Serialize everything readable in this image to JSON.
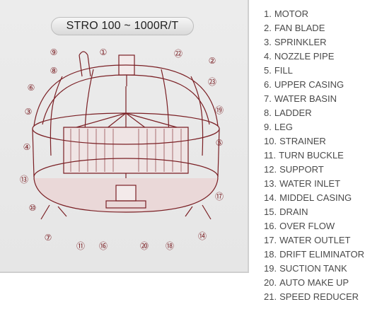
{
  "title": "STRO 100 ~ 1000R/T",
  "callout_labels": [
    "⑨",
    "①",
    "㉒",
    "⑧",
    "②",
    "㉓",
    "⑥",
    "③",
    "⑲",
    "④",
    "⑤",
    "⑬",
    "⑰",
    "⑩",
    "⑦",
    "⑭",
    "⑪",
    "⑯",
    "⑳",
    "⑱"
  ],
  "legend": [
    {
      "num": "1.",
      "label": "MOTOR"
    },
    {
      "num": "2.",
      "label": "FAN BLADE"
    },
    {
      "num": "3.",
      "label": "SPRINKLER"
    },
    {
      "num": "4.",
      "label": "NOZZLE PIPE"
    },
    {
      "num": "5.",
      "label": "FILL"
    },
    {
      "num": "6.",
      "label": "UPPER CASING"
    },
    {
      "num": "7.",
      "label": "WATER BASIN"
    },
    {
      "num": "8.",
      "label": "LADDER"
    },
    {
      "num": "9.",
      "label": "LEG"
    },
    {
      "num": "10.",
      "label": "STRAINER"
    },
    {
      "num": "11.",
      "label": "TURN BUCKLE"
    },
    {
      "num": "12.",
      "label": "SUPPORT"
    },
    {
      "num": "13.",
      "label": "WATER INLET"
    },
    {
      "num": "14.",
      "label": "MIDDEL CASING"
    },
    {
      "num": "15.",
      "label": "DRAIN"
    },
    {
      "num": "16.",
      "label": "OVER FLOW"
    },
    {
      "num": "17.",
      "label": "WATER OUTLET"
    },
    {
      "num": "18.",
      "label": "DRIFT ELIMINATOR"
    },
    {
      "num": "19.",
      "label": "SUCTION TANK"
    },
    {
      "num": "20.",
      "label": "AUTO MAKE UP"
    },
    {
      "num": "21.",
      "label": "SPEED REDUCER"
    }
  ],
  "colors": {
    "line": "#7a1f24",
    "panel": "#e9e9e9",
    "legend_text": "#4a4a4a"
  }
}
